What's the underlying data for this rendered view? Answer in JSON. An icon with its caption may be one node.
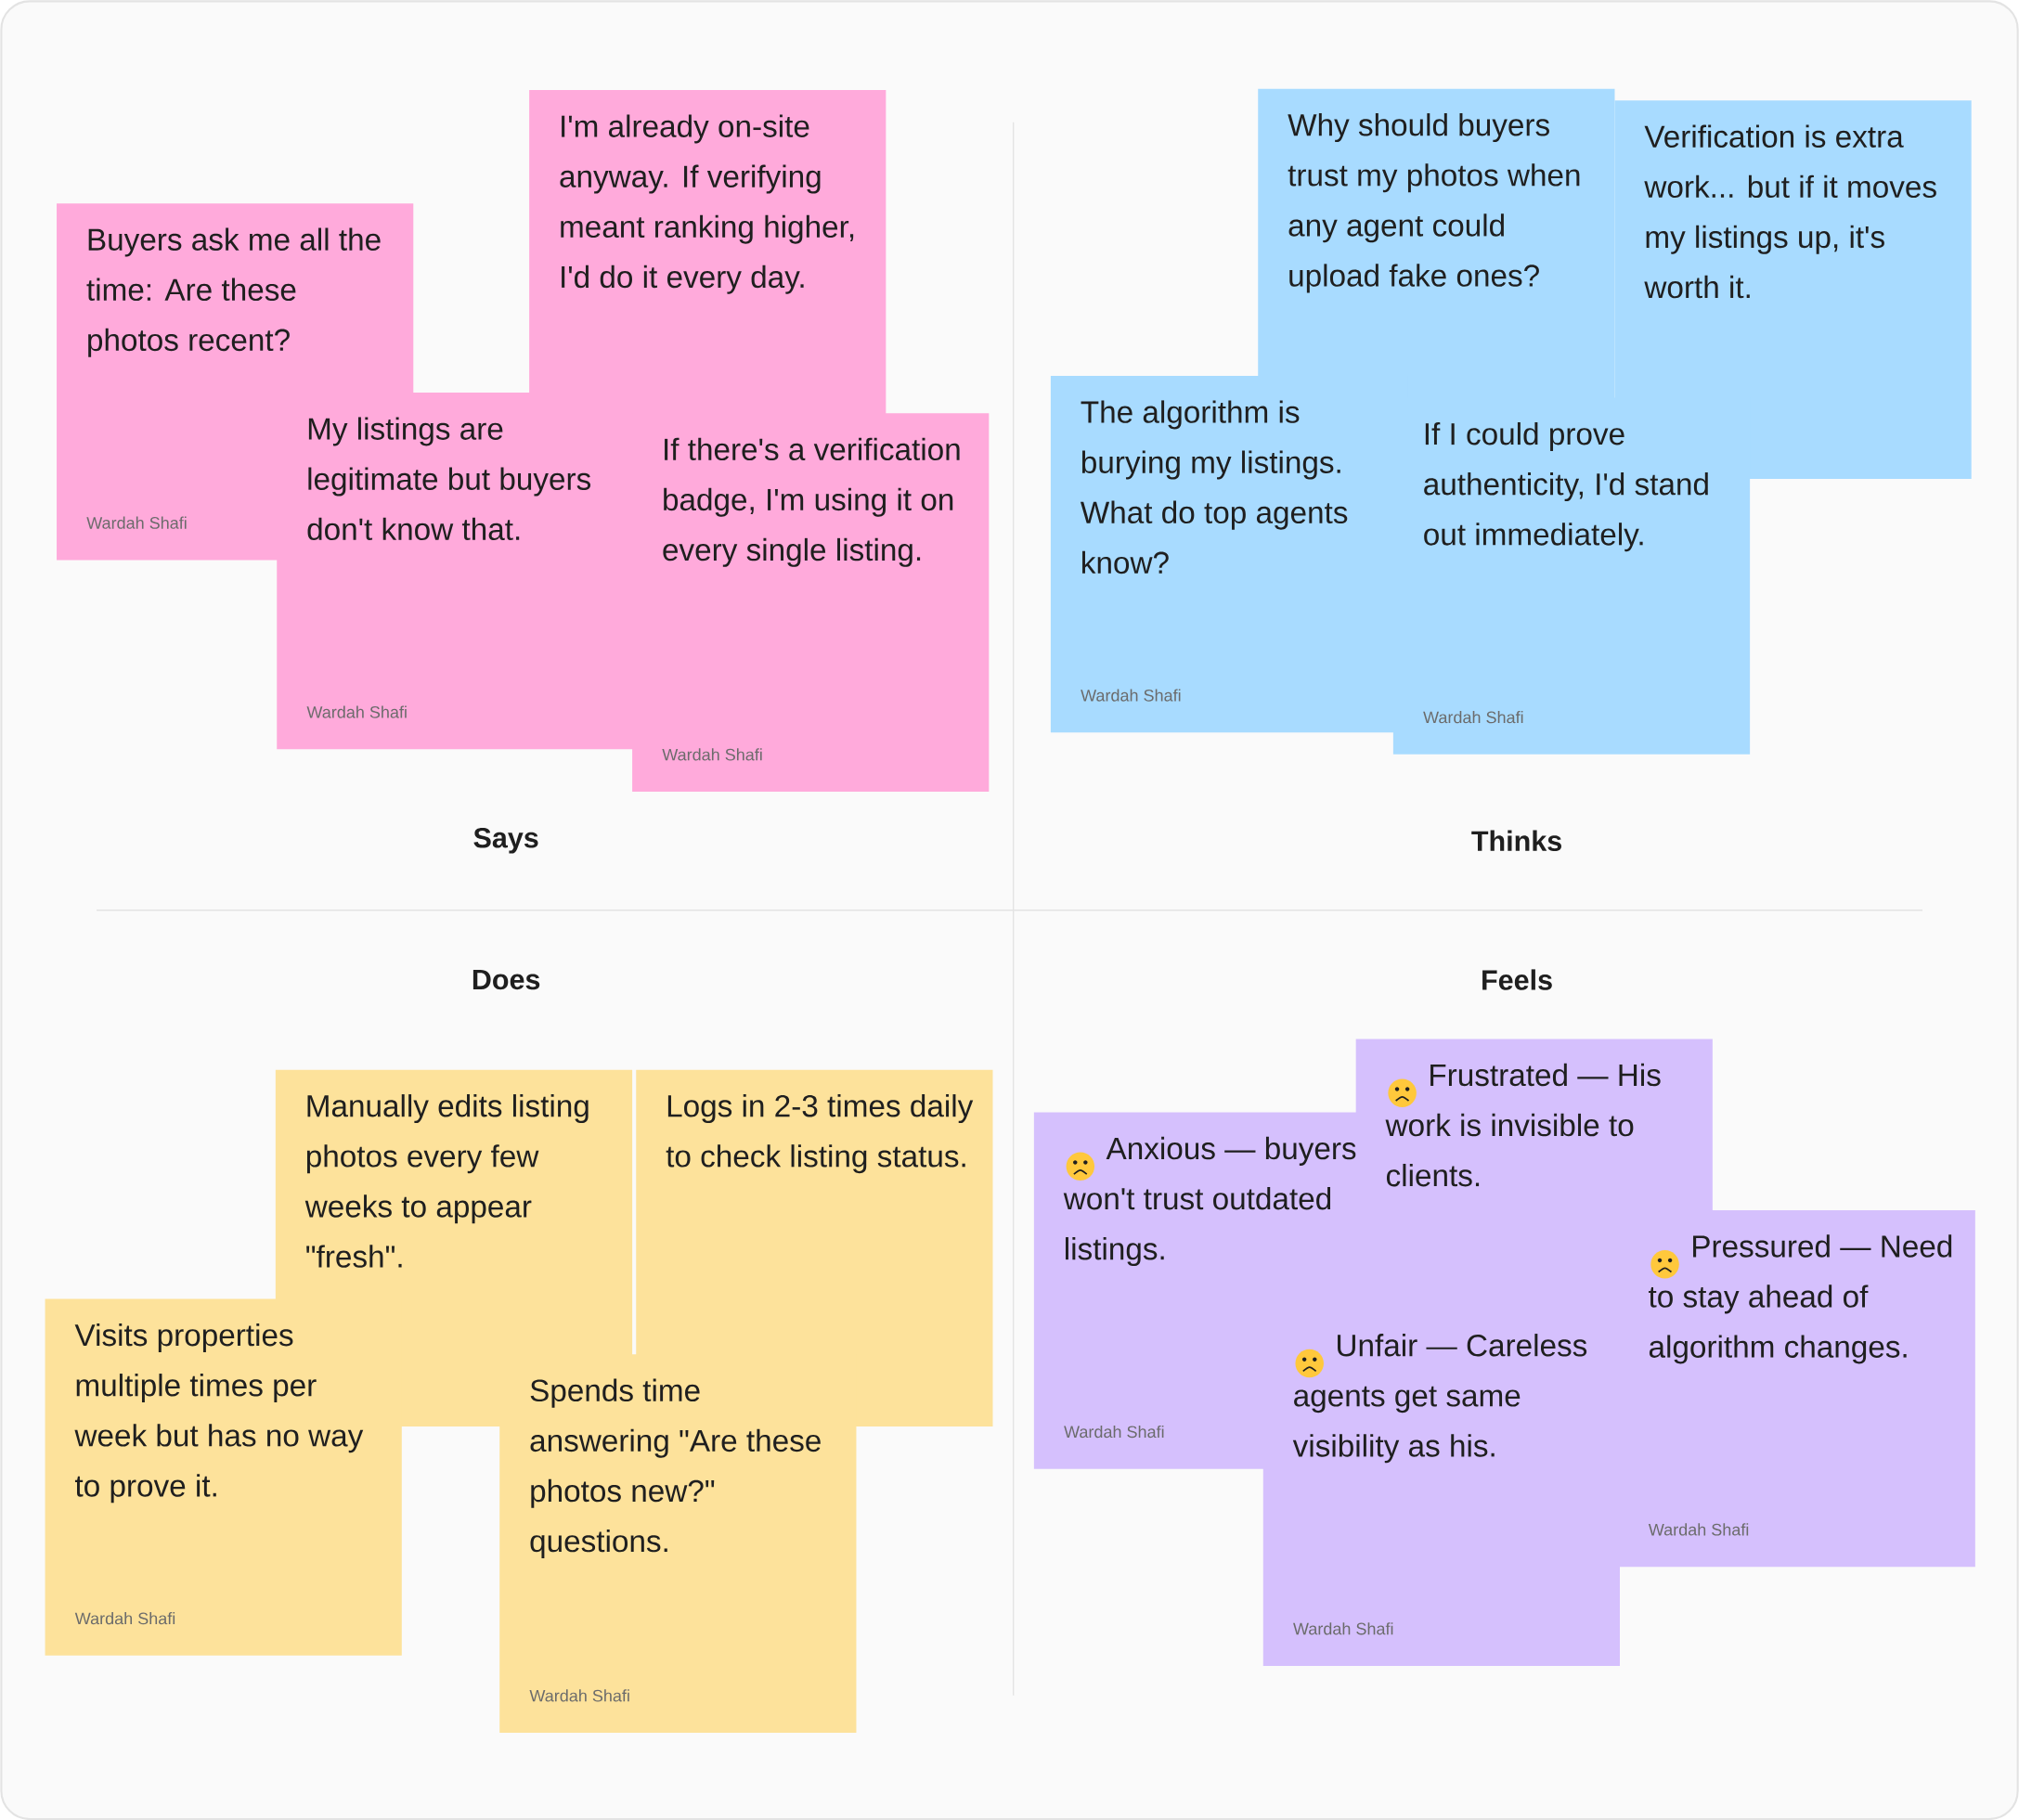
{
  "diagram": {
    "nodes": [
      {
        "text": [
          "Buyers ask me all the time: Are these photos recent?",
          "Wardah Shafi"
        ]
      },
      {
        "text": [
          "I'm already on-site anyway. If verifying meant ranking higher, I'd do it every day."
        ]
      },
      {
        "text": [
          "My listings are legitimate but buyers don't know that.",
          "Wardah Shafi"
        ]
      },
      {
        "text": [
          "If there's a verification badge, I'm using it on every single listing.",
          "Wardah Shafi"
        ]
      },
      {
        "text": [
          "Why should buyers trust my photos when any agent could upload fake ones?"
        ]
      },
      {
        "text": [
          "Verification is extra work... but if it moves my listings up, it's worth it."
        ]
      },
      {
        "text": [
          "The algorithm is burying my listings. What do top agents know?",
          "Wardah Shafi"
        ]
      },
      {
        "text": [
          "If I could prove authenticity, I'd stand out immediately.",
          "Wardah Shafi"
        ]
      },
      {
        "text": [
          "Manually edits listing photos every few weeks to appear \"fresh\"."
        ]
      },
      {
        "text": [
          "Logs in 2-3 times daily to check listing status."
        ]
      },
      {
        "text": [
          "Visits properties multiple times per week but has no way to prove it.",
          "Wardah Shafi"
        ]
      },
      {
        "text": [
          "Spends time answering \"Are these photos new?\" questions.",
          "Wardah Shafi"
        ]
      },
      {
        "text": [
          "Anxious — buyers won't trust outdated listings.",
          "Wardah Shafi"
        ]
      },
      {
        "text": [
          "Frustrated — His work is invisible to clients."
        ]
      },
      {
        "text": [
          "Unfair — Careless agents get same visibility as his.",
          "Wardah Shafi"
        ]
      },
      {
        "text": [
          "Pressured — Need to stay ahead of algorithm changes.",
          "Wardah Shafi"
        ]
      }
    ],
    "labels": [
      "Says",
      "Thinks",
      "Does",
      "Feels"
    ]
  }
}
